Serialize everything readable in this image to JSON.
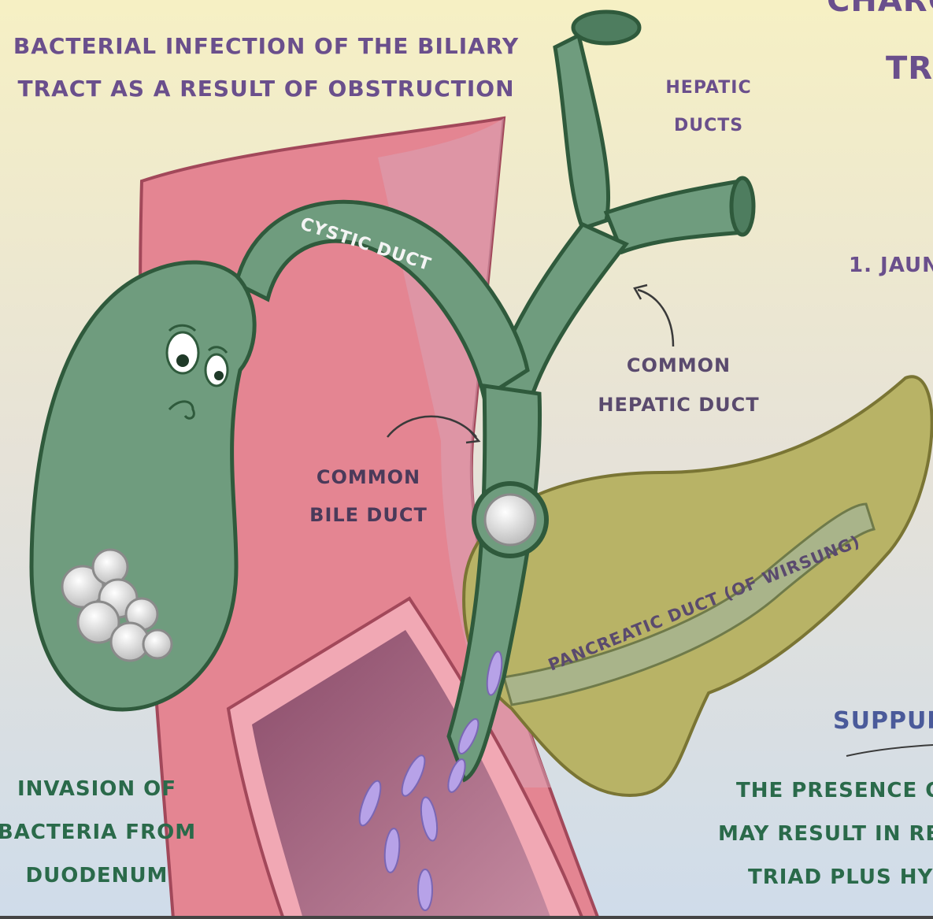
{
  "header": {
    "line1": "BACTERIAL INFECTION OF THE BILIARY",
    "line2": "TRACT AS A RESULT OF OBSTRUCTION"
  },
  "right_header": {
    "line1": "CHARC",
    "line2": "TR"
  },
  "labels": {
    "hepatic_ducts": [
      "HEPATIC",
      "DUCTS"
    ],
    "cystic_duct": "CYSTIC DUCT",
    "common_hepatic_duct": [
      "COMMON",
      "HEPATIC DUCT"
    ],
    "common_bile_duct": [
      "COMMON",
      "BILE DUCT"
    ],
    "pancreatic_duct": "PANCREATIC DUCT (OF WIRSUNG)",
    "jaundice": "1. JAUN",
    "suppurative": "SUPPURA",
    "invasion": [
      "INVASION OF",
      "BACTERIA FROM",
      "DUODENUM"
    ],
    "presence": [
      "THE PRESENCE OF I",
      "MAY RESULT IN REYI",
      "TRIAD PLUS HYPO"
    ]
  },
  "colors": {
    "duct_green": "#6f9c7e",
    "duct_outline": "#2f5a3c",
    "label_purple": "#6a4f8c",
    "label_teal": "#2a6a4a",
    "pancreas": "#b8b366",
    "duodenum_pink": "#e2808c",
    "bacteria": "#b7a2e8"
  }
}
